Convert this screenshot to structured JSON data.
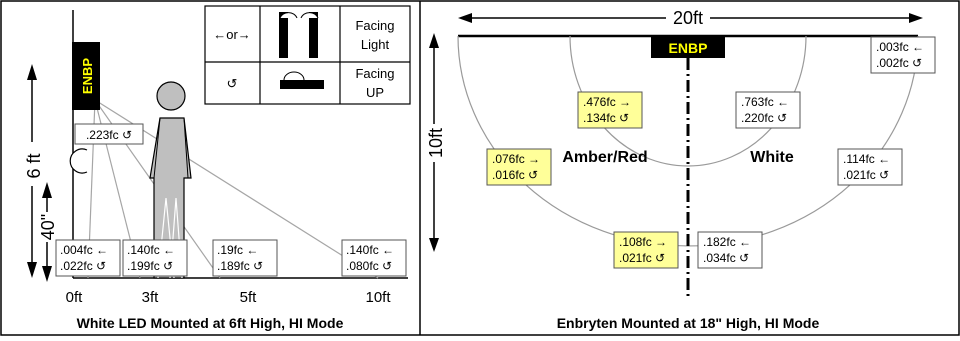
{
  "left_panel": {
    "caption": "White LED Mounted at 6ft High, HI Mode",
    "fixture_label": "ENBP",
    "height_6ft": "6 ft",
    "height_40in": "40\"",
    "x_labels": [
      "0ft",
      "3ft",
      "5ft",
      "10ft"
    ],
    "wall_reading": ".223fc ↺",
    "readings": [
      {
        "line1": ".004fc ←",
        "line2": ".022fc ↺"
      },
      {
        "line1": ".140fc ←",
        "line2": ".199fc ↺"
      },
      {
        "line1": ".19fc ←",
        "line2": ".189fc ↺"
      },
      {
        "line1": ".140fc ←",
        "line2": ".080fc ↺"
      }
    ],
    "legend": {
      "row1_symbol": "←or→",
      "row1_label_1": "Facing",
      "row1_label_2": "Light",
      "row2_symbol": "↺",
      "row2_label_1": "Facing",
      "row2_label_2": "UP"
    }
  },
  "right_panel": {
    "caption": "Enbryten Mounted at 18\" High, HI Mode",
    "fixture_label": "ENBP",
    "width_label": "20ft",
    "height_label": "10ft",
    "side_left": "Amber/Red",
    "side_right": "White",
    "amber_readings": [
      {
        "line1": ".476fc →",
        "line2": ".134fc ↺"
      },
      {
        "line1": ".076fc →",
        "line2": ".016fc ↺"
      },
      {
        "line1": ".108fc →",
        "line2": ".021fc ↺"
      }
    ],
    "white_readings": [
      {
        "line1": ".763fc ←",
        "line2": ".220fc ↺"
      },
      {
        "line1": ".114fc ←",
        "line2": ".021fc ↺"
      },
      {
        "line1": ".182fc ←",
        "line2": ".034fc ↺"
      },
      {
        "line1": ".003fc ←",
        "line2": ".002fc ↺"
      }
    ]
  },
  "colors": {
    "label_yellow": "#ffff99",
    "fixture_text": "#ffff00",
    "figure_gray": "#bfbfbf",
    "arc_gray": "#9a9a9a"
  }
}
